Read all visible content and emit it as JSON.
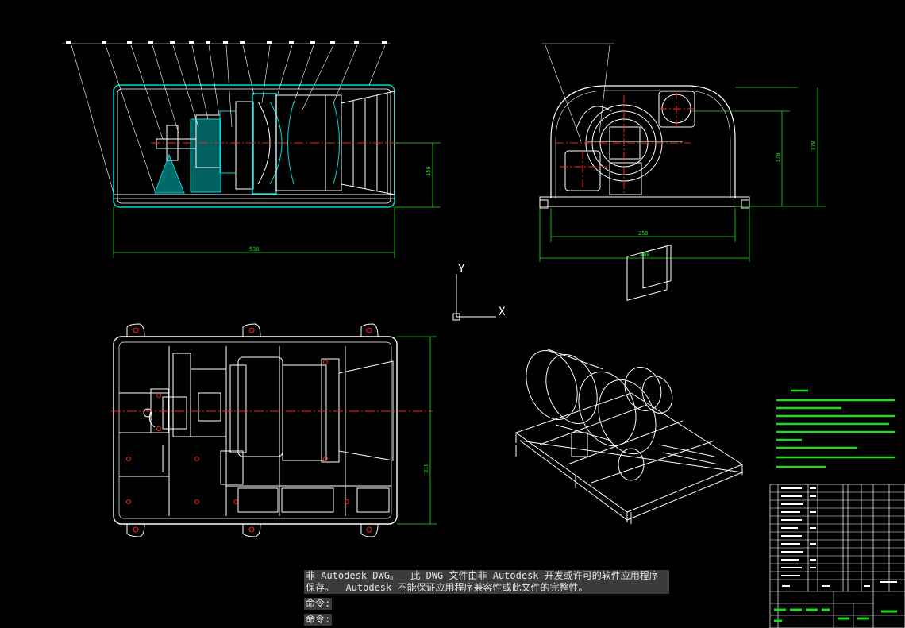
{
  "command_history": {
    "line1": "非 Autodesk DWG。  此 DWG 文件由非 Autodesk 开发或许可的软件应用程序",
    "line2": "保存。  Autodesk 不能保证应用程序兼容性或此文件的完整性。"
  },
  "command_prompts": [
    "命令:",
    "命令:"
  ],
  "ucs": {
    "y_label": "Y",
    "x_label": "X"
  },
  "dimensions": {
    "front_height": "150",
    "front_width": "530",
    "side_height_outer": "370",
    "side_height_inner": "170",
    "side_width_inner": "250",
    "side_width_outer": "400",
    "top_height": "310"
  },
  "colors": {
    "background": "#000000",
    "outline": "#ffffff",
    "section": "#00d8d8",
    "hatch": "#00c0c0",
    "center_line": "#ff2020",
    "dimension": "#19e019",
    "command_bg": "#3b3b3b"
  }
}
